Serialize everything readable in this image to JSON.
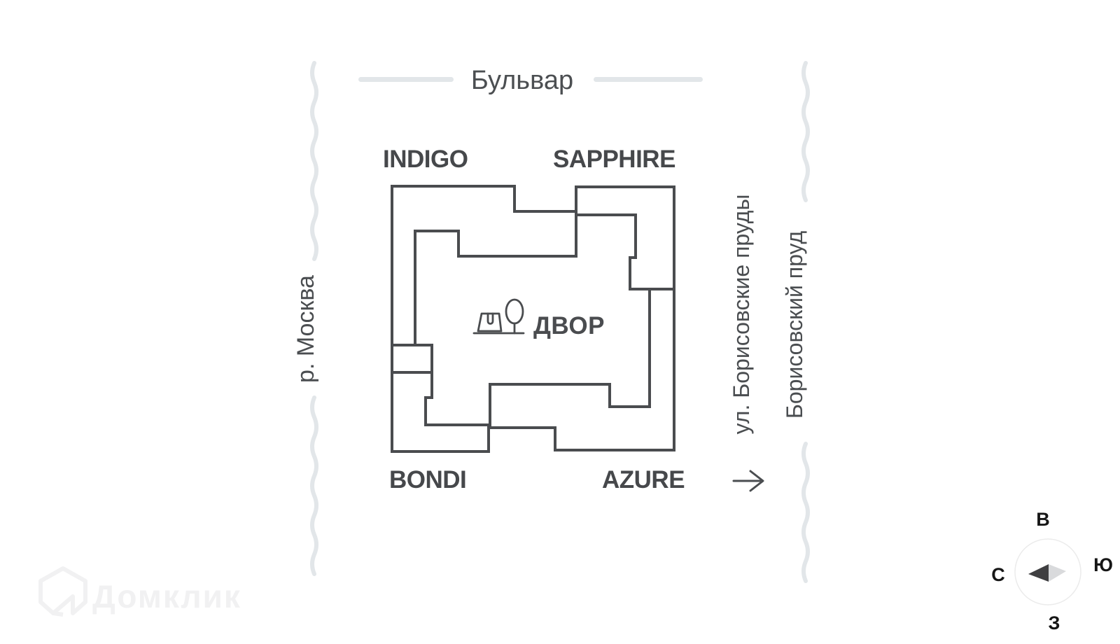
{
  "boulevard": {
    "label": "Бульвар"
  },
  "river": {
    "label": "р. Москва"
  },
  "street": {
    "label": "ул. Борисовские пруды"
  },
  "pond": {
    "label": "Борисовский пруд"
  },
  "courtyard": {
    "label": "ДВОР"
  },
  "buildings": {
    "indigo": {
      "label": "INDIGO",
      "highlighted": false
    },
    "sapphire": {
      "label": "SAPPHIRE",
      "highlighted": false
    },
    "bondi": {
      "label": "BONDI",
      "highlighted": false
    },
    "azure": {
      "label": "AZURE",
      "highlighted": true
    }
  },
  "compass": {
    "east": "В",
    "south": "Ю",
    "north": "С",
    "west": "З"
  },
  "watermark": {
    "label": "Домклик"
  },
  "colors": {
    "building_outline": "#4a4c4f",
    "azure_highlight_fill": "#f2a3b3",
    "decorative_gray": "#e2e6e9",
    "label_text": "#4a4d50"
  }
}
